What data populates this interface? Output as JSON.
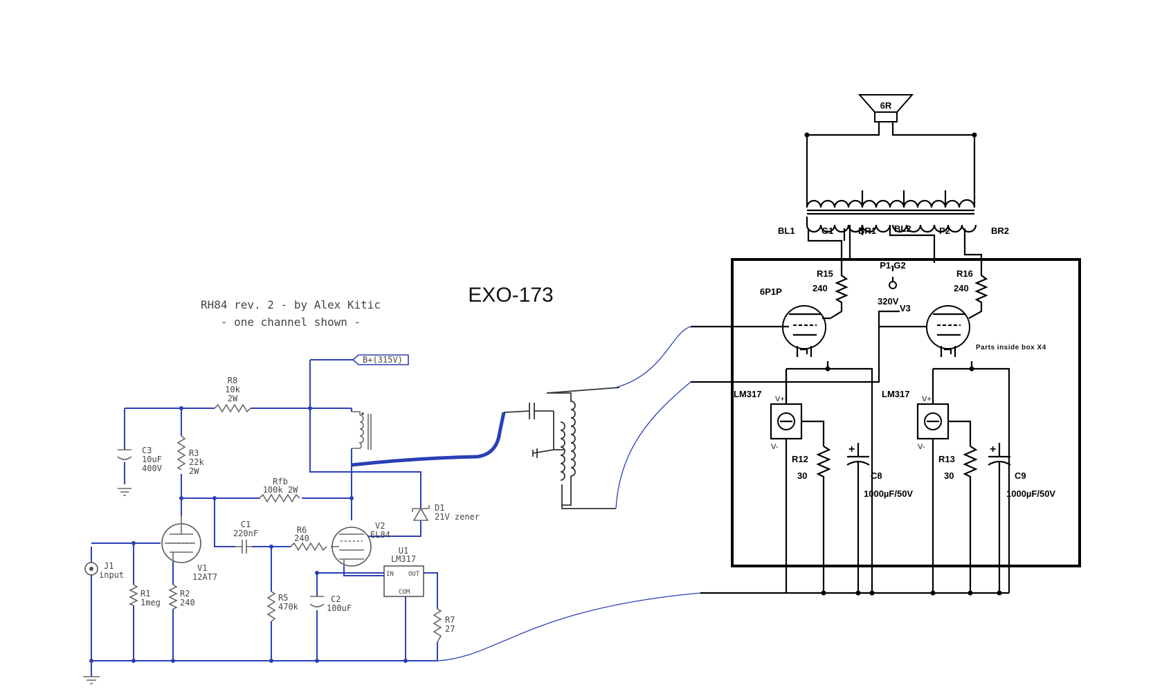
{
  "title": "EXO-173",
  "left_schematic": {
    "header_line1": "RH84 rev. 2 - by Alex Kitic",
    "header_line2": "- one channel shown -",
    "bplus": "B+(315V)",
    "r8": {
      "ref": "R8",
      "val1": "10k",
      "val2": "2W"
    },
    "c3": {
      "ref": "C3",
      "val1": "10uF",
      "val2": "400V"
    },
    "r3": {
      "ref": "R3",
      "val1": "22k",
      "val2": "2W"
    },
    "rfb": {
      "ref": "Rfb",
      "val": "100k 2W"
    },
    "c1": {
      "ref": "C1",
      "val": "220nF"
    },
    "r6": {
      "ref": "R6",
      "val": "240"
    },
    "v2": {
      "ref": "V2",
      "val": "EL84"
    },
    "d1": {
      "ref": "D1",
      "val": "21V zener"
    },
    "j1": {
      "ref": "J1",
      "val": "input"
    },
    "v1": {
      "ref": "V1",
      "val": "12AT7"
    },
    "u1": {
      "ref": "U1",
      "val": "LM317",
      "pin_in": "IN",
      "pin_out": "OUT",
      "pin_com": "COM"
    },
    "r1": {
      "ref": "R1",
      "val": "1meg"
    },
    "r2": {
      "ref": "R2",
      "val": "240"
    },
    "r5": {
      "ref": "R5",
      "val": "470k"
    },
    "c2": {
      "ref": "C2",
      "val": "100uF"
    },
    "r7": {
      "ref": "R7",
      "val": "27"
    }
  },
  "right_schematic": {
    "speaker": "6R",
    "taps": {
      "bl1": "BL1",
      "g1": "G1",
      "br1": "BR1",
      "bl2": "BL2",
      "p2": "P2",
      "br2": "BR2"
    },
    "p1g2": "P1-G2",
    "r15": {
      "ref": "R15",
      "val": "240"
    },
    "r16": {
      "ref": "R16",
      "val": "240"
    },
    "tube_left": "6P1P",
    "supply": "320V",
    "v3": "V3",
    "note": "Parts inside box X4",
    "reg_left": "LM317",
    "reg_right": "LM317",
    "vplus": "V+",
    "vminus": "V-",
    "r12": {
      "ref": "R12",
      "val": "30"
    },
    "r13": {
      "ref": "R13",
      "val": "30"
    },
    "plus": "+",
    "c8": {
      "ref": "C8",
      "val": "1000µF/50V"
    },
    "c9": {
      "ref": "C9",
      "val": "1000µF/50V"
    }
  }
}
